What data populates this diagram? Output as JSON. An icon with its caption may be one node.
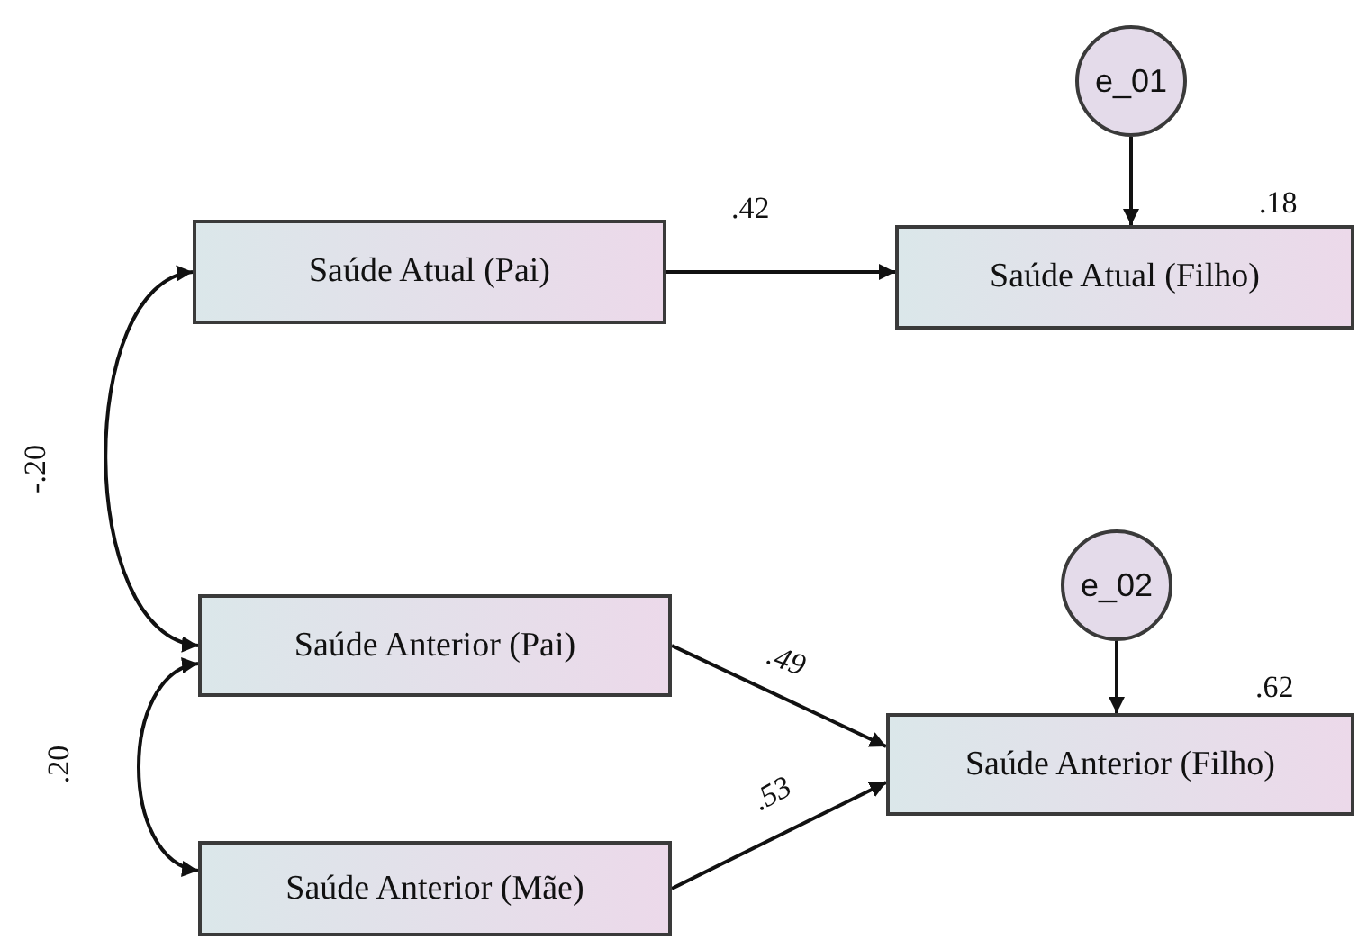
{
  "diagram": {
    "nodes": [
      {
        "text": [
          "Saúde Atual (Pai)"
        ]
      },
      {
        "text": [
          "e_01"
        ]
      },
      {
        "text": [
          "Saúde Atual (Filho)"
        ],
        "beside": [
          ".18"
        ]
      },
      {
        "text": [
          "e_02"
        ]
      },
      {
        "text": [
          "Saúde Anterior (Pai)"
        ]
      },
      {
        "text": [
          "Saúde Anterior (Filho)"
        ],
        "beside": [
          ".62"
        ]
      },
      {
        "text": [
          "Saúde Anterior (Mãe)"
        ]
      }
    ],
    "edges": [
      {
        "from": 0,
        "to": 2,
        "arrow": "to",
        "label": ".42"
      },
      {
        "from": 1,
        "to": 2,
        "arrow": "to"
      },
      {
        "from": 3,
        "to": 5,
        "arrow": "to"
      },
      {
        "from": 4,
        "to": 5,
        "arrow": "to",
        "label": ".49"
      },
      {
        "from": 6,
        "to": 5,
        "arrow": "to",
        "label": ".53"
      },
      {
        "from": 0,
        "to": 4,
        "arrow": "both",
        "label": "-.20"
      },
      {
        "from": 4,
        "to": 6,
        "arrow": "both",
        "label": ".20"
      }
    ]
  }
}
